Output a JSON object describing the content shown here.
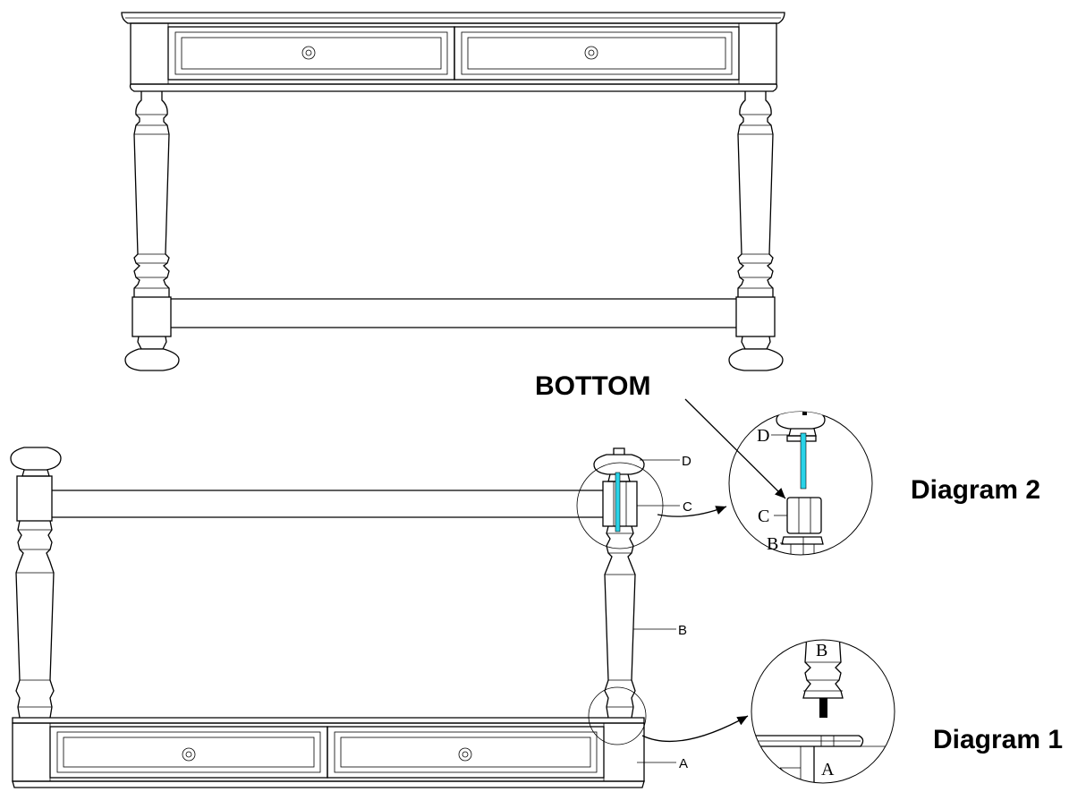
{
  "labels": {
    "bottom": "BOTTOM",
    "diagram1": "Diagram 1",
    "diagram2": "Diagram 2",
    "a": "A",
    "b": "B",
    "c": "C",
    "d": "D"
  },
  "detail2": {
    "d": "D",
    "c": "C",
    "b": "B"
  },
  "detail1": {
    "b": "B",
    "a": "A"
  },
  "colors": {
    "dowel": "#29d3e8",
    "line": "#000000"
  }
}
